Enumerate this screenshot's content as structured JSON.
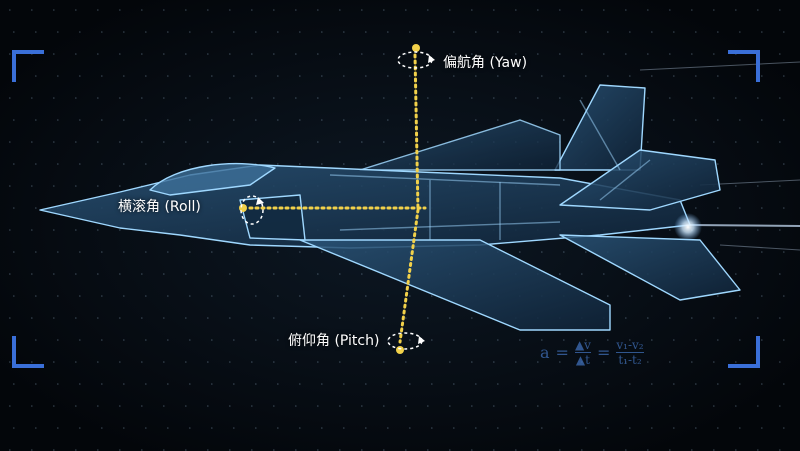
{
  "labels": {
    "yaw": "偏航角 (Yaw)",
    "roll": "横滚角 (Roll)",
    "pitch": "俯仰角 (Pitch)"
  },
  "formula": {
    "lhs": "a",
    "eq": "=",
    "num1": "▲v",
    "den1": "▲t",
    "num2": "v₁-v₂",
    "den2": "t₁-t₂"
  },
  "colors": {
    "axis": "#f2d14a",
    "jet_outline": "#9fd8ff",
    "jet_fill": "#1b3550",
    "corner": "#3a6fd8",
    "formula": "#3f6fb8",
    "background": "#05080c"
  }
}
